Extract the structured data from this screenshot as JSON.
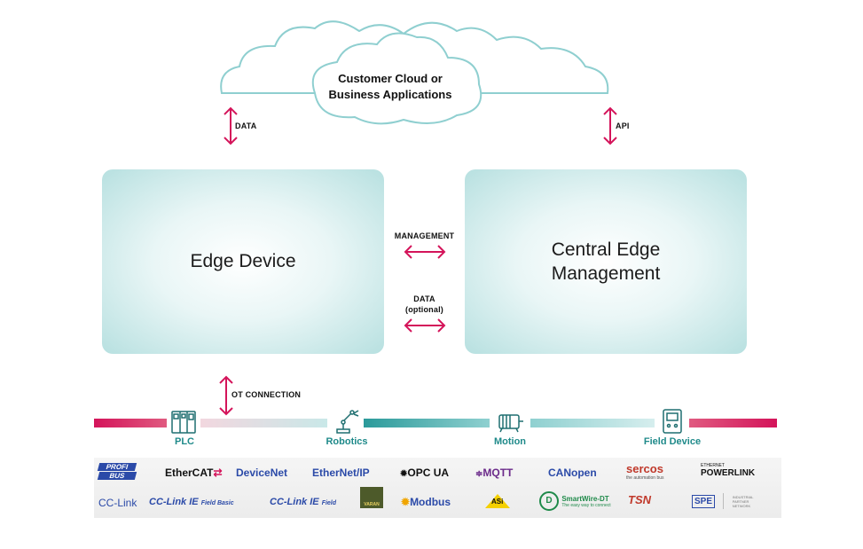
{
  "cloud": {
    "line1": "Customer Cloud or",
    "line2": "Business Applications"
  },
  "labels": {
    "data": "DATA",
    "api": "API",
    "management": "MANAGEMENT",
    "data_optional_1": "DATA",
    "data_optional_2": "(optional)",
    "ot_connection": "OT CONNECTION"
  },
  "boxes": {
    "edge_device": "Edge Device",
    "central_line1": "Central Edge",
    "central_line2": "Management"
  },
  "devices": {
    "plc": "PLC",
    "robotics": "Robotics",
    "motion": "Motion",
    "field_device": "Field Device"
  },
  "colors": {
    "accent": "#d4145a",
    "teal": "#1f8a8a",
    "box": "#b7e0e0",
    "cloud_stroke": "#8fcfd0"
  },
  "protocols": {
    "profibus_1": "PROFI",
    "profibus_2": "BUS",
    "ethercat": "EtherCAT",
    "devicenet": "DeviceNet",
    "ethernetip": "EtherNet/IP",
    "opcua": "OPC UA",
    "mqtt": "MQTT",
    "canopen": "CANopen",
    "sercos": "sercos",
    "sercos_sub": "the automation bus",
    "powerlink_1": "ETHERNET",
    "powerlink_2": "POWERLINK",
    "cclink": "CC-Link",
    "cclink_ie_basic": "CC-Link IE",
    "cclink_ie_basic_tag": "Field Basic",
    "cclink_ie_field": "CC-Link IE",
    "cclink_ie_field_tag": "Field",
    "varan": "VARAN",
    "modbus": "Modbus",
    "asi": "ASi",
    "smartwire": "SmartWire-DT",
    "smartwire_sub": "The easy way to connect",
    "tsn": "TSN",
    "spe": "SPE",
    "spe_sub_1": "INDUSTRIAL",
    "spe_sub_2": "PARTNER",
    "spe_sub_3": "NETWORK"
  }
}
